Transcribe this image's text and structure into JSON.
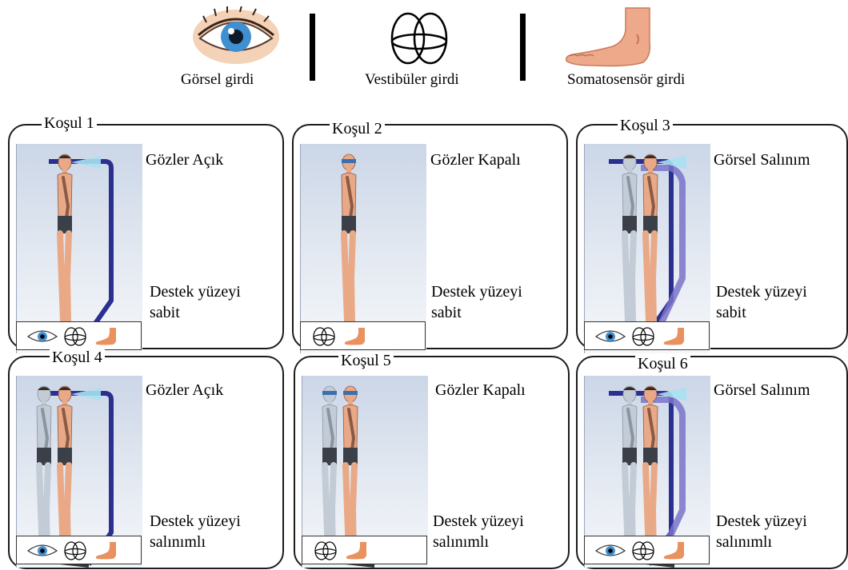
{
  "legend": {
    "visual": "Görsel girdi",
    "vestibular": "Vestibüler girdi",
    "somatosensory": "Somatosensör girdi"
  },
  "panels": [
    {
      "title": "Koşul 1",
      "condition": "Gözler Açık",
      "surface_line1": "Destek yüzeyi",
      "surface_line2": "sabit",
      "inputs": [
        "eye-icon",
        "vestibular-icon",
        "foot-icon"
      ]
    },
    {
      "title": "Koşul 2",
      "condition": "Gözler Kapalı",
      "surface_line1": "Destek yüzeyi",
      "surface_line2": "sabit",
      "inputs": [
        "vestibular-icon",
        "foot-icon"
      ]
    },
    {
      "title": "Koşul 3",
      "condition": "Görsel Salınım",
      "surface_line1": "Destek yüzeyi",
      "surface_line2": "sabit",
      "inputs": [
        "eye-icon",
        "vestibular-icon",
        "foot-icon"
      ]
    },
    {
      "title": "Koşul 4",
      "condition": "Gözler Açık",
      "surface_line1": "Destek yüzeyi",
      "surface_line2": "salınımlı",
      "inputs": [
        "eye-icon",
        "vestibular-icon",
        "foot-icon"
      ]
    },
    {
      "title": "Koşul 5",
      "condition": "Gözler Kapalı",
      "surface_line1": "Destek yüzeyi",
      "surface_line2": "salınımlı",
      "inputs": [
        "vestibular-icon",
        "foot-icon"
      ]
    },
    {
      "title": "Koşul 6",
      "condition": "Görsel Salınım",
      "surface_line1": "Destek yüzeyi",
      "surface_line2": "salınımlı",
      "inputs": [
        "eye-icon",
        "vestibular-icon",
        "foot-icon"
      ]
    }
  ],
  "colors": {
    "frame": "#2b2f8f",
    "frame_sway": "#7a73c9",
    "skin": "#e9a987",
    "ghost": "#c3ccd6",
    "shorts": "#3a3f48",
    "light_beam": "#a9e0f2",
    "eye_iris": "#3f8fd1"
  }
}
